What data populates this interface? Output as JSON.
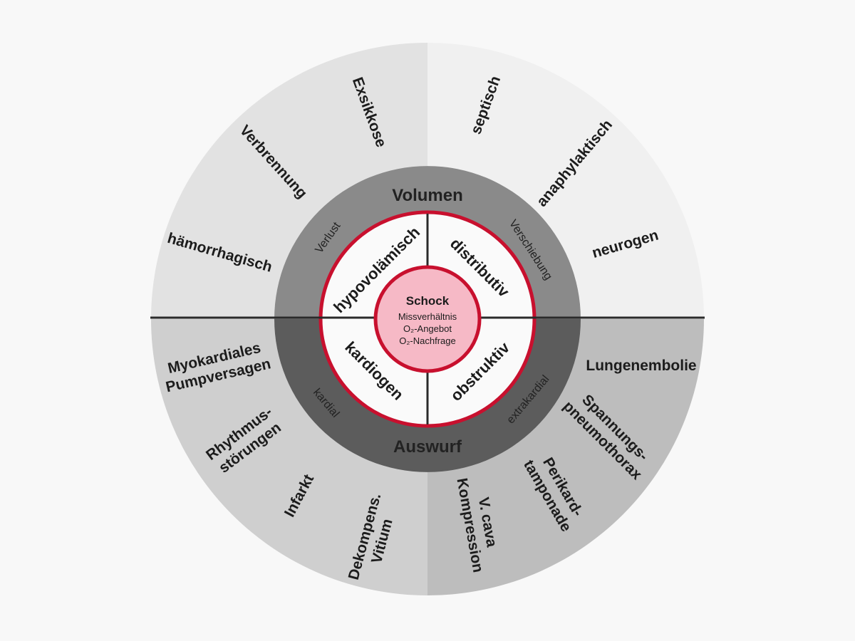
{
  "colors": {
    "background": "#f8f8f8",
    "outer_top_left": "#e2e2e2",
    "outer_top_right": "#f0f0f0",
    "outer_bottom_left": "#cfcfcf",
    "outer_bottom_right": "#bdbdbd",
    "ring_top": "#8a8a8a",
    "ring_bottom": "#5c5c5c",
    "inner_fill": "#fafafa",
    "accent_red": "#c8102e",
    "core_fill": "#f6b9c6",
    "divider": "#2a2a2a"
  },
  "core": {
    "title": "Schock",
    "line1": "Missverhältnis",
    "line2": "O₂-Angebot",
    "line3": "O₂-Nachfrage"
  },
  "ring": {
    "top_title": "Volumen",
    "bottom_title": "Auswurf",
    "top_left_sub": "Verlust",
    "top_right_sub": "Verschiebung",
    "bottom_left_sub": "kardial",
    "bottom_right_sub": "extrakardial"
  },
  "inner": {
    "top_left": "hypovolämisch",
    "top_right": "distributiv",
    "bottom_left": "kardiogen",
    "bottom_right": "obstruktiv"
  },
  "outer": {
    "top_left": [
      "Exsikkose",
      "Verbrennung",
      "hämorrhagisch"
    ],
    "top_right": [
      "septisch",
      "anaphylaktisch",
      "neurogen"
    ],
    "bottom_left": [
      [
        "Myokardiales",
        "Pumpversagen"
      ],
      [
        "Rhythmus-",
        "störungen"
      ],
      [
        "Infarkt"
      ],
      [
        "Dekompens.",
        "Vitium"
      ]
    ],
    "bottom_right": [
      [
        "Lungenembolie"
      ],
      [
        "Spannungs-",
        "pneumothorax"
      ],
      [
        "Perikard-",
        "tamponade"
      ],
      [
        "V. cava",
        "Kompression"
      ]
    ]
  }
}
